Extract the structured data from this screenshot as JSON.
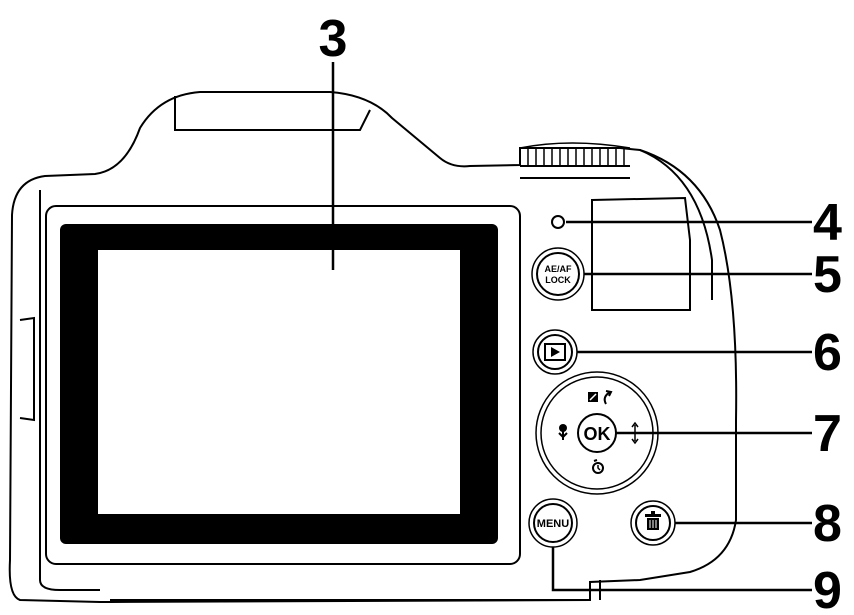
{
  "callouts": {
    "c3": "3",
    "c4": "4",
    "c5": "5",
    "c6": "6",
    "c7": "7",
    "c8": "8",
    "c9": "9"
  },
  "buttons": {
    "ae_af_line1": "AE/AF",
    "ae_af_line2": "LOCK",
    "ok": "OK",
    "menu": "MENU"
  },
  "icons": {
    "playback": "play-icon",
    "exposure": "exposure-compensation-icon",
    "flash": "flash-icon",
    "macro": "macro-flower-icon",
    "self_timer": "self-timer-icon",
    "delete": "trash-icon",
    "indicator": "status-led-icon"
  }
}
